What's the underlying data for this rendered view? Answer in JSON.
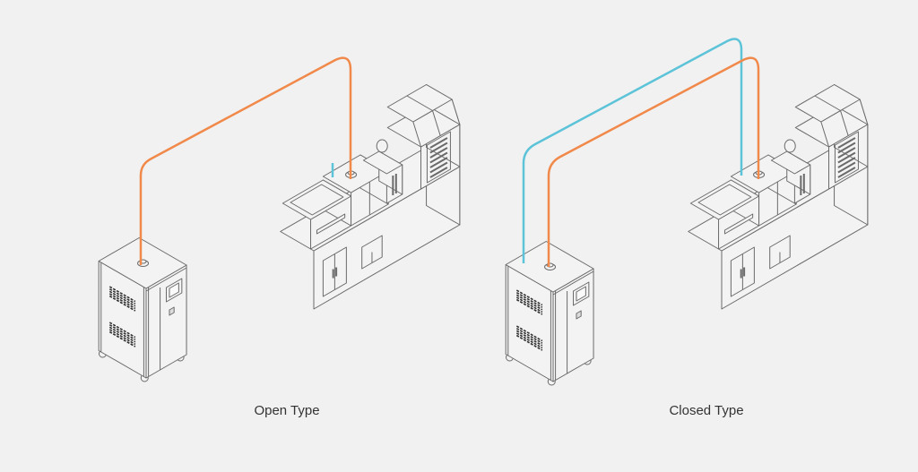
{
  "labels": {
    "open": "Open Type",
    "closed": "Closed Type"
  },
  "colors": {
    "supply_pipe": "#f0894a",
    "return_pipe": "#5cc3d8",
    "line": "#6a6a6a",
    "face": "#f3f3f3",
    "background": "#f1f1f1"
  },
  "icons": [
    "chiller-unit",
    "injection-molding-machine",
    "water-pipe"
  ]
}
